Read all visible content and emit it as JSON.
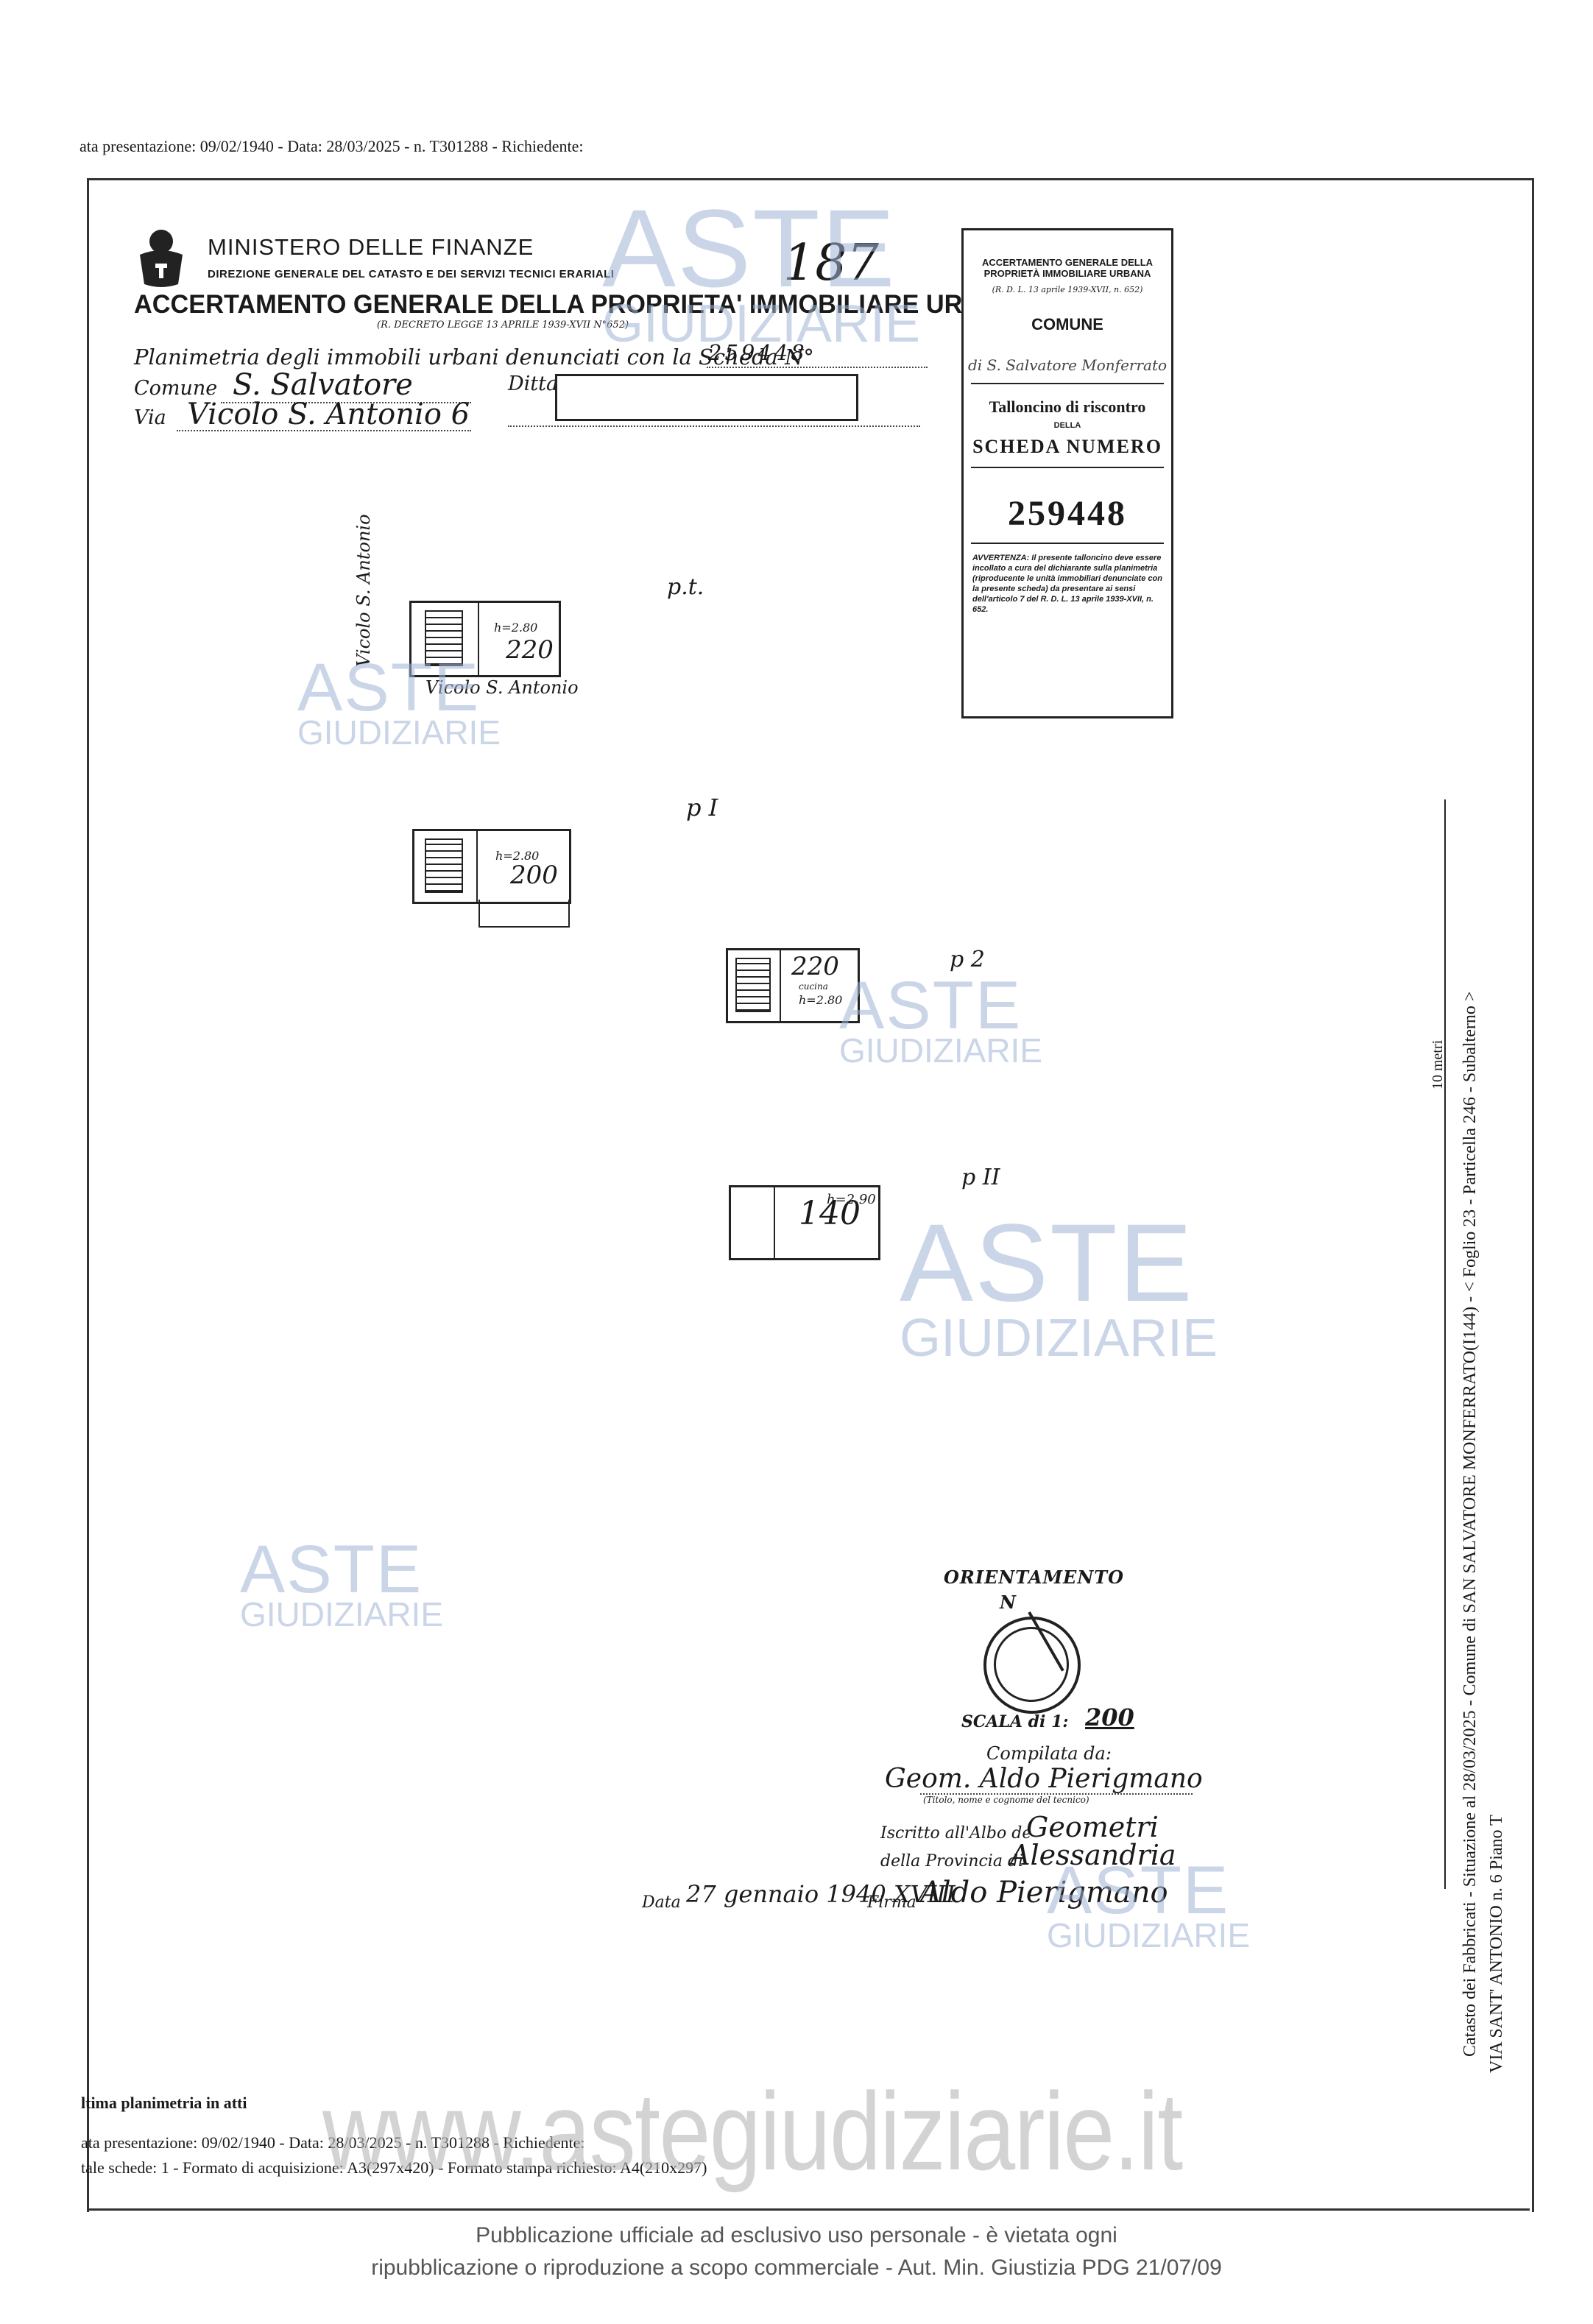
{
  "header_top": "ata presentazione: 09/02/1940 - Data: 28/03/2025 - n. T301288 - Richiedente:",
  "form": {
    "ministry": "MINISTERO DELLE FINANZE",
    "direction": "DIREZIONE GENERALE DEL CATASTO E DEI SERVIZI TECNICI ERARIALI",
    "title": "ACCERTAMENTO GENERALE DELLA PROPRIETA' IMMOBILIARE URBANA",
    "decree": "(R. DECRETO LEGGE 13 APRILE 1939-XVII N°652)",
    "sheet_no": "187",
    "planimetria_label": "Planimetria degli immobili urbani denunciati con la Scheda N°",
    "scheda_value": "259448",
    "comune_label": "Comune",
    "comune_value": "S. Salvatore",
    "ditta_label": "Ditta",
    "via_label": "Via",
    "via_value": "Vicolo S. Antonio 6"
  },
  "ticket": {
    "heading": "ACCERTAMENTO GENERALE DELLA PROPRIETÀ IMMOBILIARE URBANA",
    "decree": "(R. D. L. 13 aprile 1939-XVII, n. 652)",
    "comune_label": "COMUNE",
    "comune_value": "di S. Salvatore Monferrato",
    "tallon": "Talloncino di riscontro",
    "della": "DELLA",
    "scheda_label": "SCHEDA NUMERO",
    "scheda_value": "259448",
    "warning": "AVVERTENZA: Il presente talloncino deve essere incollato a cura del dichiarante sulla planimetria (riproducente le unità immobiliari denunciate con la presente scheda) da presentare ai sensi dell'articolo 7 del R. D. L. 13 aprile 1939-XVII, n. 652."
  },
  "plans": {
    "pt_label": "p.t.",
    "p1_label": "p I",
    "p2_label": "p 2",
    "p3_label": "p II",
    "street_vertical": "Vicolo S. Antonio",
    "street_horizontal": "Vicolo S. Antonio",
    "pt_height": "h=2.80",
    "pt_area": "220",
    "p1_height": "h=2.80",
    "p1_area": "200",
    "p2_area": "220",
    "p2_height": "h=2.80",
    "p2_note": "cucina",
    "p3_height": "h=2.90",
    "p3_area": "140"
  },
  "orient": {
    "label": "ORIENTAMENTO",
    "north": "N",
    "scale_label": "SCALA di 1:",
    "scale_value": "200"
  },
  "signature": {
    "compilata": "Compilata da:",
    "name": "Geom. Aldo Pierigmano",
    "name_caption": "(Titolo, nome e cognome del tecnico)",
    "albo_label": "Iscritto all'Albo de",
    "albo_value": "Geometri",
    "provincia_label": "della Provincia di",
    "provincia_value": "Alessandria",
    "data_label": "Data",
    "data_value": "27 gennaio 1940 XVIII",
    "firma_label": "Firma",
    "firma_value": "Aldo Pierigmano"
  },
  "side_text": {
    "line1": "Catasto dei Fabbricati - Situazione al 28/03/2025 - Comune di SAN SALVATORE MONFERRATO(I144) - < Foglio 23 - Particella 246 - Subalterno >",
    "line2": "VIA SANT' ANTONIO n. 6 Piano T",
    "scale_mark": "10 metri"
  },
  "footer": {
    "ultima": "ltima planimetria in atti",
    "line1": "ata presentazione: 09/02/1940 - Data: 28/03/2025 - n. T301288 - Richiedente:",
    "line2": "tale schede: 1 - Formato di acquisizione: A3(297x420) - Formato stampa richiesto: A4(210x297)",
    "website": "www.astegiudiziarie.it",
    "notice1": "Pubblicazione ufficiale ad esclusivo uso personale - è vietata ogni",
    "notice2": "ripubblicazione o riproduzione a scopo commerciale - Aut. Min. Giustizia PDG 21/07/09"
  },
  "watermark": {
    "aste": "ASTE",
    "giudiziarie": "GIUDIZIARIE"
  }
}
